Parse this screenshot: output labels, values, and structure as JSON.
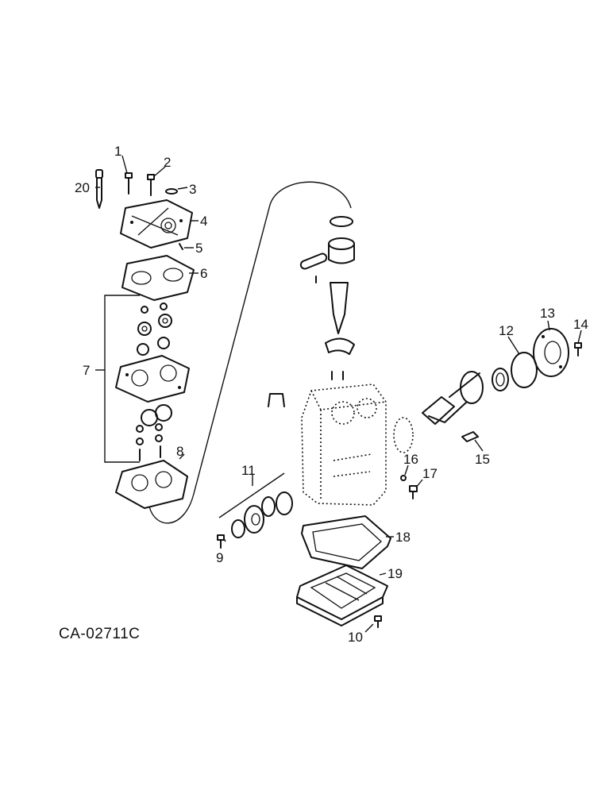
{
  "diagram_code": "CA-02711C",
  "callouts": [
    "1",
    "2",
    "3",
    "4",
    "5",
    "6",
    "7",
    "8",
    "9",
    "10",
    "11",
    "12",
    "13",
    "14",
    "15",
    "16",
    "17",
    "18",
    "19",
    "20"
  ]
}
